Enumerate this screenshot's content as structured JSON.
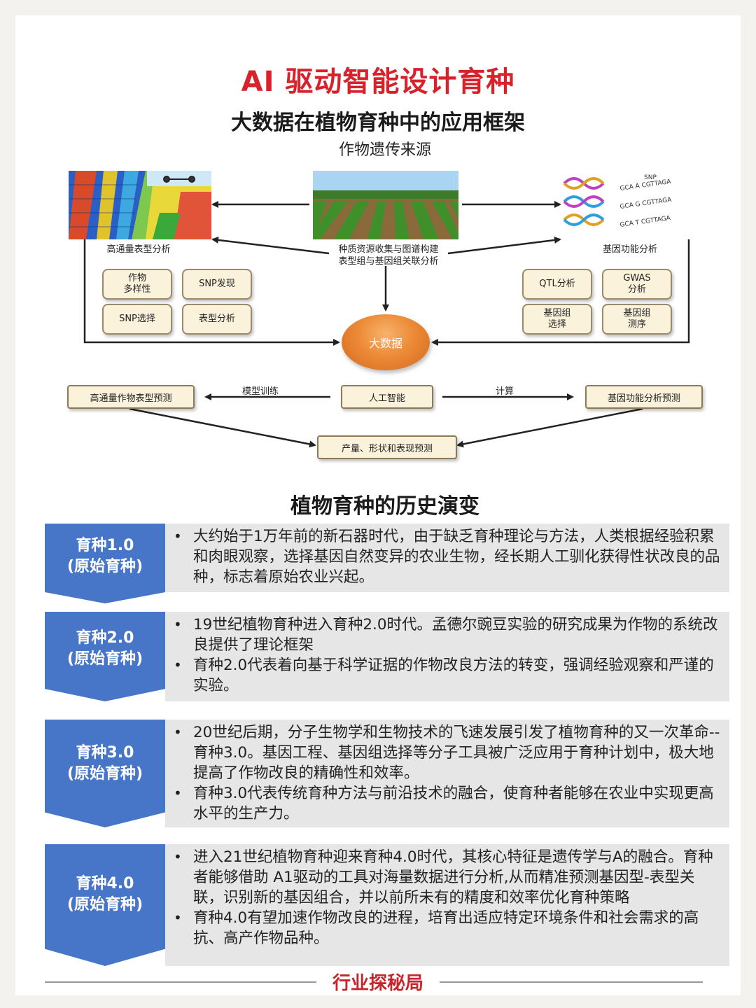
{
  "title": "AI 驱动智能设计育种",
  "framework": {
    "title": "大数据在植物育种中的应用框架",
    "source_label": "作物遗传来源",
    "left_caption": "高通量表型分析",
    "center_caption": [
      "种质资源收集与图谱构建",
      "表型组与基因组关联分析"
    ],
    "right_caption": "基因功能分析",
    "left_chips": [
      "作物\n多样性",
      "SNP发现",
      "SNP选择",
      "表型分析"
    ],
    "right_chips": [
      "QTL分析",
      "GWAS\n分析",
      "基因组\n选择",
      "基因组\n测序"
    ],
    "dna_labels": [
      "SNP",
      "GCA A CGTTAGA",
      "GCA G CGTTAGA",
      "GCA T CGTTAGA"
    ],
    "bigdata": "大数据",
    "ai": "人工智能",
    "left_pred": "高通量作物表型预测",
    "right_pred": "基因功能分析预测",
    "edge_left": "模型训练",
    "edge_right": "计算",
    "bottom_pred": "产量、形状和表现预测"
  },
  "history": {
    "title": "植物育种的历史演变",
    "eras": [
      {
        "name": "育种1.0",
        "sub": "(原始育种)",
        "bullets": [
          "大约始于1万年前的新石器时代，由于缺乏育种理论与方法，人类根据经验积累和肉眼观察，选择基因自然变异的农业生物，经长期人工驯化获得性状改良的品种，标志着原始农业兴起。"
        ]
      },
      {
        "name": "育种2.0",
        "sub": "(原始育种)",
        "bullets": [
          "19世纪植物育种进入育种2.0时代。孟德尔豌豆实验的研究成果为作物的系统改良提供了理论框架",
          "育种2.0代表着向基于科学证据的作物改良方法的转变，强调经验观察和严谨的实验。"
        ]
      },
      {
        "name": "育种3.0",
        "sub": "(原始育种)",
        "bullets": [
          "20世纪后期，分子生物学和生物技术的飞速发展引发了植物育种的又一次革命--育种3.0。基因工程、基因组选择等分子工具被广泛应用于育种计划中，极大地提高了作物改良的精确性和效率。",
          "育种3.0代表传统育种方法与前沿技术的融合，使育种者能够在农业中实现更高水平的生产力。"
        ]
      },
      {
        "name": "育种4.0",
        "sub": "(原始育种)",
        "bullets": [
          "进入21世纪植物育种迎来育种4.0时代，其核心特征是遗传学与A的融合。育种者能够借助 A1驱动的工具对海量数据进行分析,从而精准预测基因型-表型关联，识别新的基因组合，并以前所未有的精度和效率优化育种策略",
          "育种4.0有望加速作物改良的进程，培育出适应特定环境条件和社会需求的高抗、高产作物品种。"
        ]
      }
    ]
  },
  "footer": "行业探秘局",
  "colors": {
    "title_red": "#d8212a",
    "era_blue": "#4776c8",
    "era_body_gray": "#e6e6e6",
    "bigdata_orange": "#ec8a37",
    "chip_fill": "#fbf2dc"
  }
}
